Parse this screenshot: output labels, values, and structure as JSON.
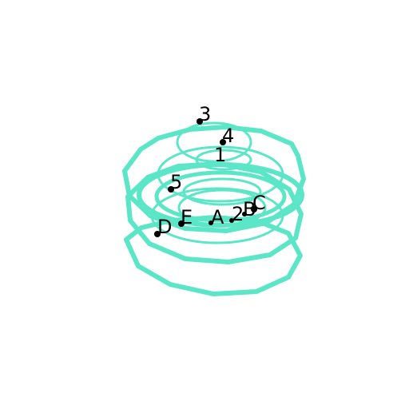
{
  "colors": {
    "curve": "#5ce6c8",
    "point": "#000000",
    "background": "#ffffff"
  },
  "labels": {
    "a": "A",
    "b": "B",
    "c": "C",
    "d": "D",
    "e": "E",
    "n1": "1",
    "n2": "2",
    "n3": "3",
    "n4": "4",
    "n5": "5"
  }
}
